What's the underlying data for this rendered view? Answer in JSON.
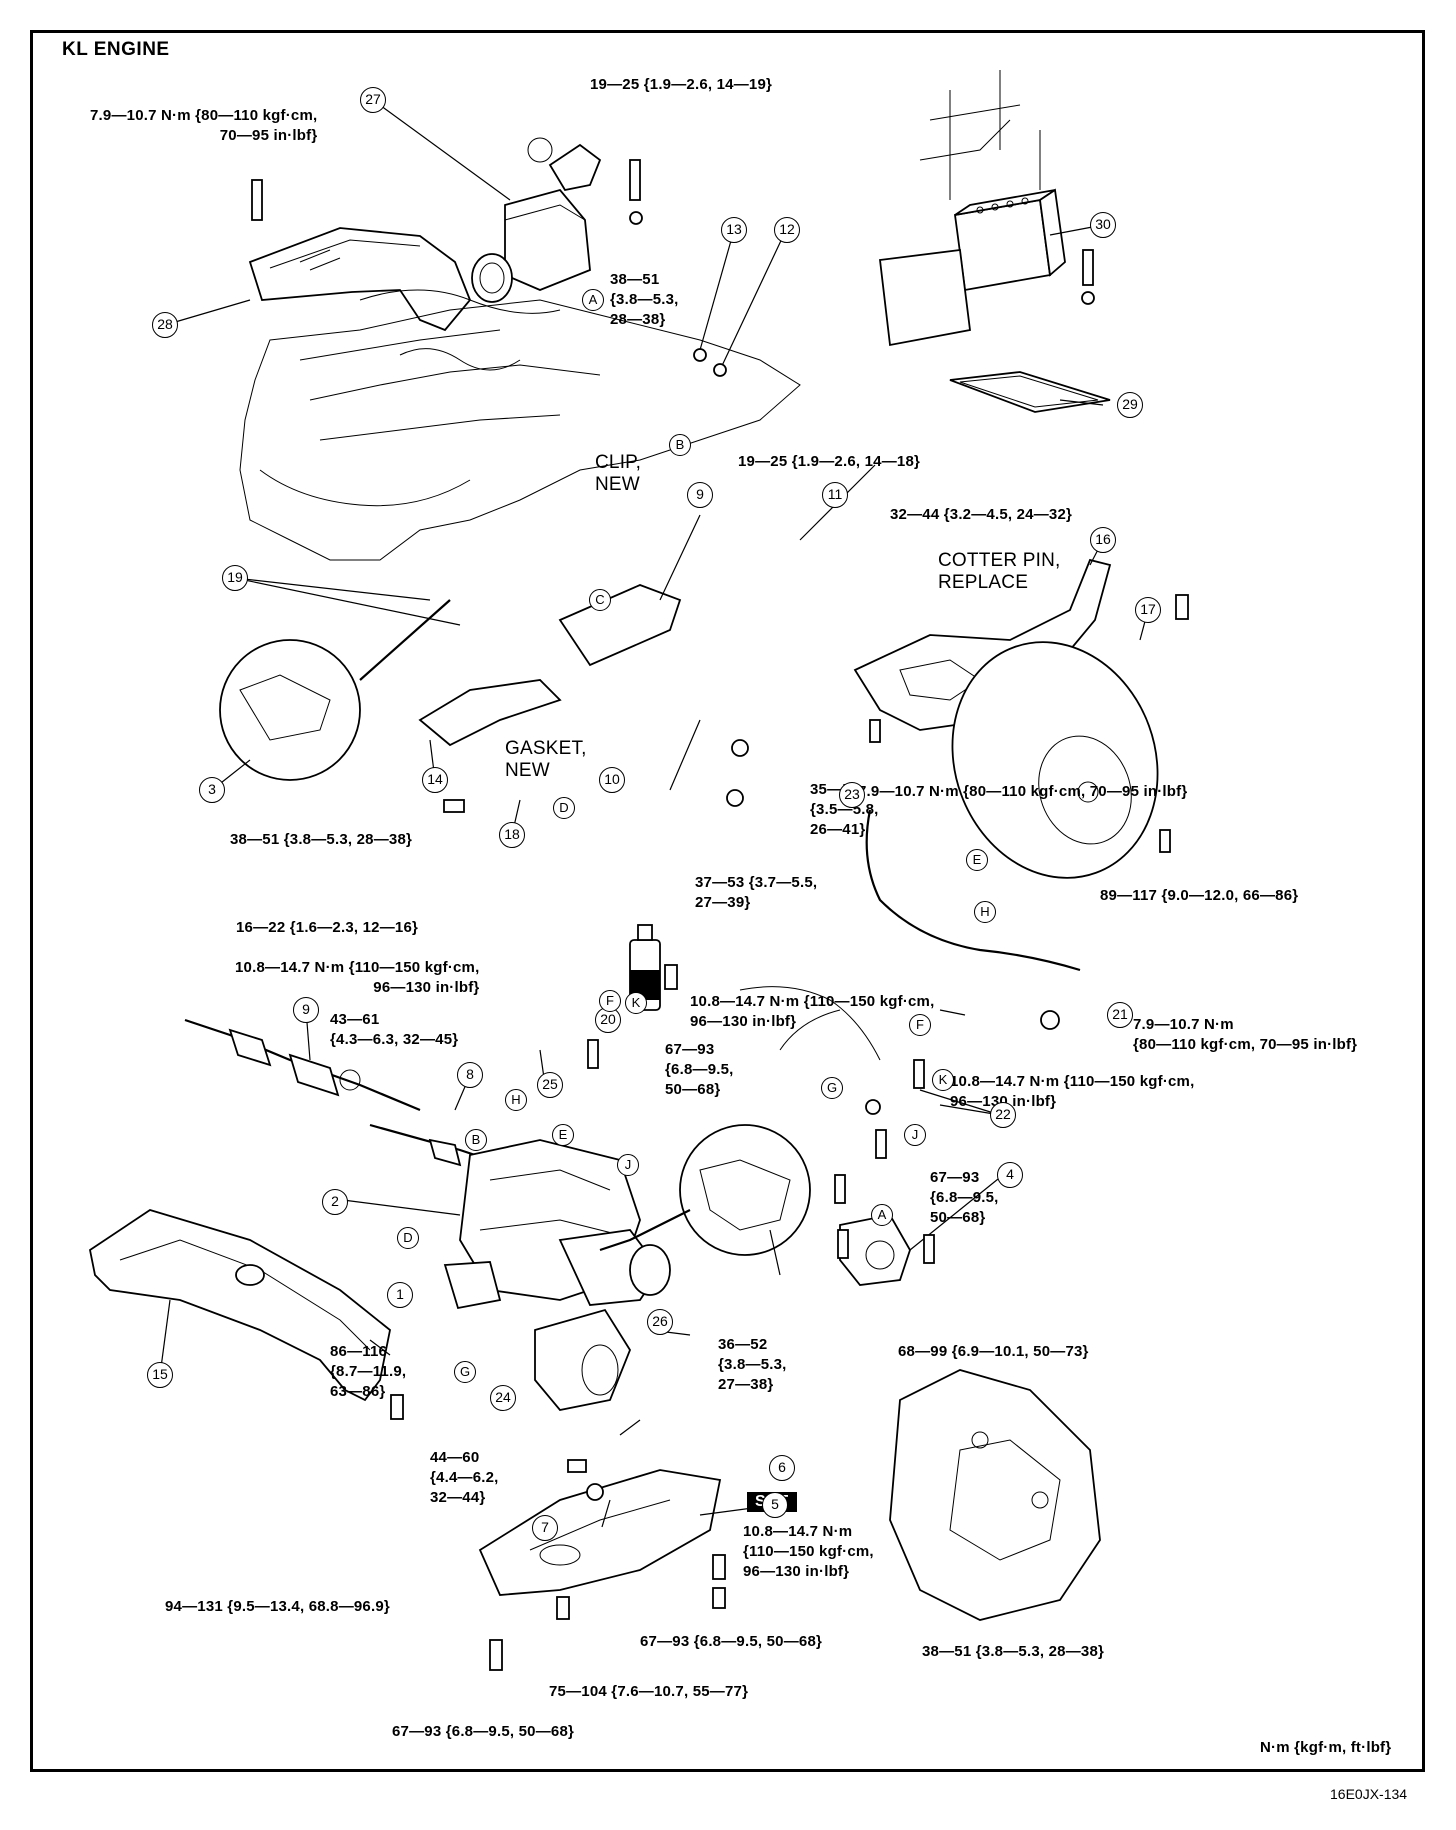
{
  "title": "KL ENGINE",
  "units": "N·m {kgf·m, ft·lbf}",
  "figure_code": "16E0JX-134",
  "sst_label": "SST",
  "notes": {
    "clip": "CLIP,\nNEW",
    "cotter": "COTTER PIN,\nREPLACE",
    "gasket": "GASKET,\nNEW"
  },
  "torques": {
    "t_top_left": "7.9—10.7 N·m {80—110 kgf·cm,\n70—95 in·lbf}",
    "t_19_25_a": "19—25 {1.9—2.6, 14—19}",
    "t_38_51_a": "38—51\n{3.8—5.3,\n28—38}",
    "t_19_25_b": "19—25 {1.9—2.6, 14—18}",
    "t_32_44": "32—44 {3.2—4.5, 24—32}",
    "t_38_51_b": "38—51 {3.8—5.3, 28—38}",
    "t_16_22": "16—22 {1.6—2.3, 12—16}",
    "t_35_56": "35—56\n{3.5—5.8,\n26—41}",
    "t_37_53": "37—53 {3.7—5.5,\n27—39}",
    "t_7_9_mid": "7.9—10.7 N·m {80—110 kgf·cm, 70—95 in·lbf}",
    "t_89_117": "89—117 {9.0—12.0, 66—86}",
    "t_10_8_left": "10.8—14.7 N·m {110—150 kgf·cm,\n96—130 in·lbf}",
    "t_10_8_mid": "10.8—14.7 N·m {110—150 kgf·cm,\n96—130 in·lbf}",
    "t_21": "7.9—10.7 N·m\n{80—110 kgf·cm, 70—95 in·lbf}",
    "t_43_61": "43—61\n{4.3—6.3, 32—45}",
    "t_67_93_a": "67—93\n{6.8—9.5,\n50—68}",
    "t_10_8_right": "10.8—14.7 N·m {110—150 kgf·cm,\n96—130 in·lbf}",
    "t_67_93_b": "67—93\n{6.8—9.5,\n50—68}",
    "t_68_99": "68—99 {6.9—10.1, 50—73}",
    "t_86_116": "86—116\n{8.7—11.9,\n63—86}",
    "t_36_52": "36—52\n{3.8—5.3,\n27—38}",
    "t_44_60": "44—60\n{4.4—6.2,\n32—44}",
    "t_10_8_bottom": "10.8—14.7 N·m\n{110—150 kgf·cm,\n96—130 in·lbf}",
    "t_94_131": "94—131 {9.5—13.4, 68.8—96.9}",
    "t_67_93_c": "67—93 {6.8—9.5, 50—68}",
    "t_38_51_c": "38—51 {3.8—5.3, 28—38}",
    "t_75_104": "75—104 {7.6—10.7, 55—77}",
    "t_67_93_d": "67—93 {6.8—9.5, 50—68}"
  },
  "callouts": {
    "n1": "1",
    "n2": "2",
    "n3": "3",
    "n4": "4",
    "n5": "5",
    "n6": "6",
    "n7": "7",
    "n8": "8",
    "n9a": "9",
    "n9b": "9",
    "n10": "10",
    "n11": "11",
    "n12": "12",
    "n13": "13",
    "n14": "14",
    "n15": "15",
    "n16": "16",
    "n17": "17",
    "n18": "18",
    "n19": "19",
    "n20": "20",
    "n21": "21",
    "n22": "22",
    "n23": "23",
    "n24": "24",
    "n25": "25",
    "n26": "26",
    "n27": "27",
    "n28": "28",
    "n29": "29",
    "n30": "30"
  },
  "letters": {
    "A1": "A",
    "A2": "A",
    "B1": "B",
    "B2": "B",
    "C1": "C",
    "D1": "D",
    "D2": "D",
    "E1": "E",
    "E2": "E",
    "F1": "F",
    "F2": "F",
    "G1": "G",
    "G2": "G",
    "H1": "H",
    "H2": "H",
    "J1": "J",
    "J2": "J",
    "K1": "K",
    "K2": "K"
  }
}
